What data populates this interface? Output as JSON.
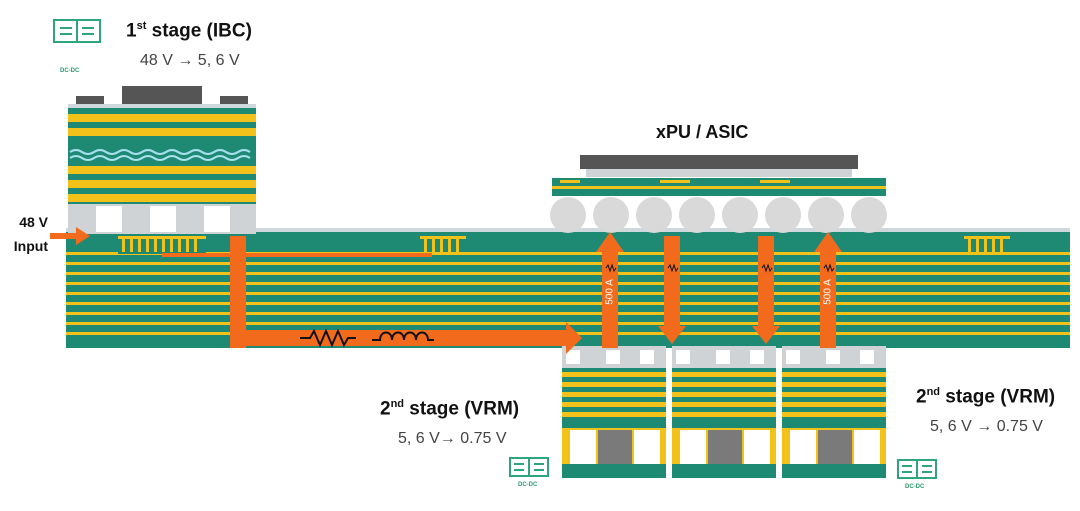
{
  "labels": {
    "stage1": {
      "title_main": "1",
      "title_sup": "st",
      "title_rest": " stage (IBC)",
      "conversion": "48 V → 5, 6 V"
    },
    "input": {
      "line1": "48 V",
      "line2": "Input"
    },
    "chip": {
      "title": "xPU / ASIC"
    },
    "vrm_left": {
      "title_main": "2",
      "title_sup": "nd",
      "title_rest": " stage (VRM)",
      "conversion": "5, 6 V→ 0.75 V"
    },
    "vrm_right": {
      "title_main": "2",
      "title_sup": "nd",
      "title_rest": " stage (VRM)",
      "conversion": "5, 6 V → 0.75 V"
    },
    "current_left": "500 A",
    "current_right": "500 A",
    "dcdc": "DC-DC"
  },
  "colors": {
    "pcb_green": "#1f8a73",
    "copper_yellow": "#f2c21b",
    "flow_orange": "#f26a1b",
    "chip_dark": "#555555",
    "solder_ball": "#d9d9d9",
    "icon_green": "#2ea57c"
  },
  "icons": [
    "dc-dc-converter-icon",
    "resistor-symbol",
    "inductor-symbol",
    "flow-arrow"
  ]
}
